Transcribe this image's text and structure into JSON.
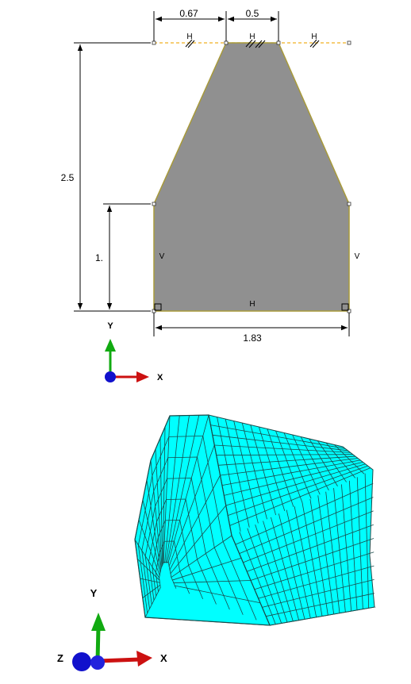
{
  "sketch": {
    "dimensions": {
      "top_left": "0.67",
      "top_right": "0.5",
      "height": "2.5",
      "side_height": "1.",
      "width": "1.83"
    },
    "constraints": {
      "horizontal": "H",
      "vertical": "V"
    },
    "triad": {
      "y": "Y",
      "x": "X"
    },
    "colors": {
      "face": "#909090",
      "edge": "#a89a3a",
      "construction": "#f0b020",
      "dimension": "#000000"
    }
  },
  "mesh": {
    "triad": {
      "y": "Y",
      "x": "X",
      "z": "Z"
    },
    "colors": {
      "face": "#00ffff",
      "line": "#1a4a4a"
    }
  },
  "axis_colors": {
    "x": "#cc1111",
    "y": "#11aa11",
    "z": "#1111cc"
  }
}
